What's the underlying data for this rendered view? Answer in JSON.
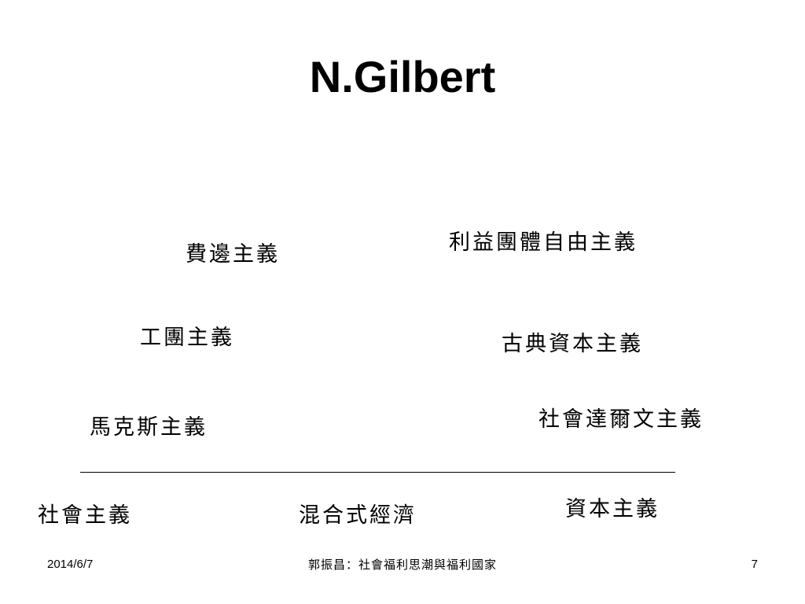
{
  "slide": {
    "title": "N.Gilbert",
    "terms": {
      "fabian": "費邊主義",
      "interest_group_liberalism": "利益團體自由主義",
      "guild": "工團主義",
      "classical_capitalism": "古典資本主義",
      "marxism": "馬克斯主義",
      "social_darwinism": "社會達爾文主義",
      "socialism": "社會主義",
      "mixed_economy": "混合式經濟",
      "capitalism": "資本主義"
    }
  },
  "footer": {
    "date": "2014/6/7",
    "center_text": "郭振昌：社會福利思潮與福利國家",
    "page_number": "7"
  }
}
